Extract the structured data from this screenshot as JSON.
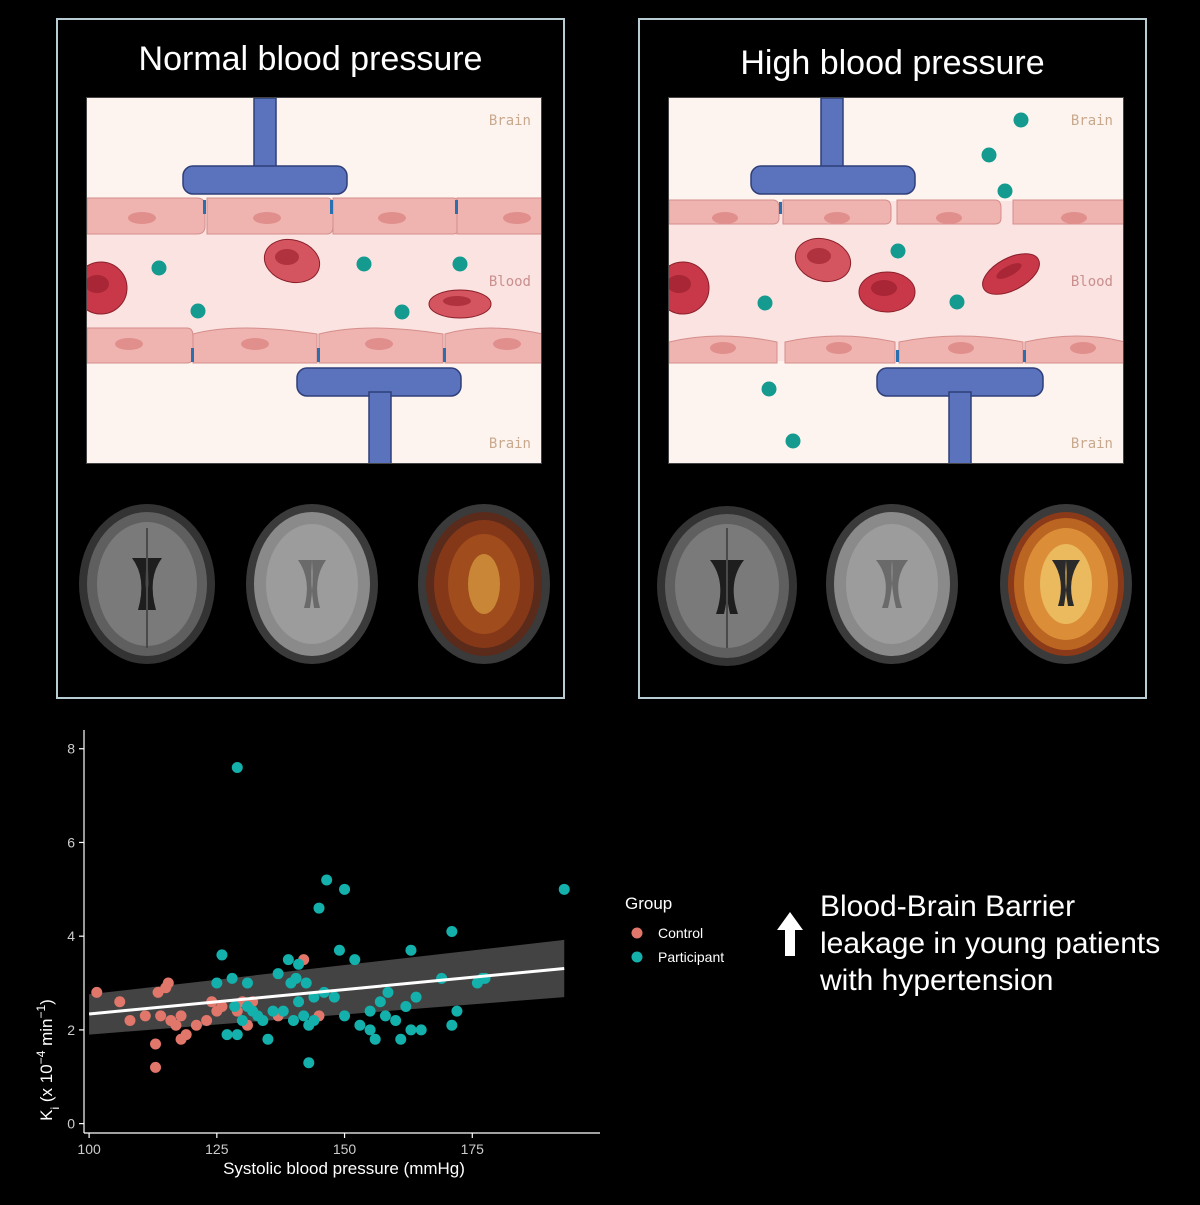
{
  "panels": {
    "normal": {
      "title": "Normal blood pressure",
      "brain_label_top": "Brain",
      "blood_label": "Blood",
      "brain_label_bottom": "Brain"
    },
    "high": {
      "title": "High blood pressure",
      "brain_label_top": "Brain",
      "blood_label": "Blood",
      "brain_label_bottom": "Brain"
    }
  },
  "colors": {
    "control": "#e1766b",
    "participant": "#14b1ac",
    "astrocyte": "#5b72bd",
    "endothelium": "#efb3b0",
    "rbc": "#d64a57",
    "brain_bg": "#fdf4ef",
    "blood_bg": "#fbe3e2",
    "tracer": "#149a8e"
  },
  "annotation": {
    "line1": "Blood-Brain Barrier",
    "line2": "leakage in young patients",
    "line3": "with hypertension",
    "arrow_icon": "up-arrow-icon"
  },
  "chart_data": {
    "type": "scatter",
    "title": "",
    "xlabel": "Systolic blood pressure (mmHg)",
    "ylabel": "Ki (x 10^-4 min^-1)",
    "xlim": [
      99,
      200
    ],
    "ylim": [
      -0.2,
      8.4
    ],
    "xticks": [
      100,
      125,
      150,
      175
    ],
    "yticks": [
      0,
      2,
      4,
      6,
      8
    ],
    "grid": false,
    "legend": {
      "title": "Group",
      "placement": "right",
      "entries": [
        "Control",
        "Participant"
      ]
    },
    "series": [
      {
        "name": "Control",
        "points": [
          [
            101.5,
            2.8
          ],
          [
            106,
            2.6
          ],
          [
            108,
            2.2
          ],
          [
            111,
            2.3
          ],
          [
            113,
            1.7
          ],
          [
            113,
            1.2
          ],
          [
            113.5,
            2.8
          ],
          [
            114,
            2.3
          ],
          [
            115,
            2.9
          ],
          [
            115.5,
            3.0
          ],
          [
            116,
            2.2
          ],
          [
            117,
            2.1
          ],
          [
            118,
            1.8
          ],
          [
            118,
            2.3
          ],
          [
            119,
            1.9
          ],
          [
            121,
            2.1
          ],
          [
            123,
            2.2
          ],
          [
            124,
            2.6
          ],
          [
            125,
            2.4
          ],
          [
            126,
            2.5
          ],
          [
            129,
            2.4
          ],
          [
            130,
            2.6
          ],
          [
            131,
            2.1
          ],
          [
            132,
            2.6
          ],
          [
            137,
            2.3
          ],
          [
            142,
            3.5
          ],
          [
            145,
            2.3
          ]
        ]
      },
      {
        "name": "Participant",
        "points": [
          [
            125,
            3.0
          ],
          [
            126,
            3.6
          ],
          [
            127,
            1.9
          ],
          [
            128,
            3.1
          ],
          [
            128.5,
            2.5
          ],
          [
            129,
            1.9
          ],
          [
            129,
            7.6
          ],
          [
            130,
            2.2
          ],
          [
            131,
            2.5
          ],
          [
            131,
            3.0
          ],
          [
            132,
            2.4
          ],
          [
            133,
            2.3
          ],
          [
            134,
            2.2
          ],
          [
            135,
            1.8
          ],
          [
            136,
            2.4
          ],
          [
            137,
            3.2
          ],
          [
            138,
            2.4
          ],
          [
            139,
            3.5
          ],
          [
            139.5,
            3.0
          ],
          [
            140,
            2.2
          ],
          [
            140.5,
            3.1
          ],
          [
            141,
            2.6
          ],
          [
            141,
            3.4
          ],
          [
            142,
            2.3
          ],
          [
            142.5,
            3.0
          ],
          [
            143,
            1.3
          ],
          [
            143,
            2.1
          ],
          [
            144,
            2.7
          ],
          [
            144,
            2.2
          ],
          [
            145,
            4.6
          ],
          [
            146,
            2.8
          ],
          [
            146.5,
            5.2
          ],
          [
            148,
            2.7
          ],
          [
            149,
            3.7
          ],
          [
            150,
            5.0
          ],
          [
            150,
            2.3
          ],
          [
            152,
            3.5
          ],
          [
            153,
            2.1
          ],
          [
            155,
            2.4
          ],
          [
            155,
            2.0
          ],
          [
            156,
            1.8
          ],
          [
            157,
            2.6
          ],
          [
            158,
            2.3
          ],
          [
            158.5,
            2.8
          ],
          [
            160,
            2.2
          ],
          [
            161,
            1.8
          ],
          [
            162,
            2.5
          ],
          [
            163,
            3.7
          ],
          [
            163,
            2.0
          ],
          [
            164,
            2.7
          ],
          [
            165,
            2.0
          ],
          [
            169,
            3.1
          ],
          [
            171,
            2.1
          ],
          [
            171,
            4.1
          ],
          [
            172,
            2.4
          ],
          [
            176,
            3.0
          ],
          [
            177,
            3.1
          ],
          [
            177.5,
            3.1
          ],
          [
            193,
            5.0
          ]
        ]
      }
    ],
    "trend": {
      "x": [
        100,
        193
      ],
      "y": [
        2.34,
        3.31
      ],
      "ci_low": [
        1.9,
        2.7
      ],
      "ci_high": [
        2.76,
        3.92
      ]
    }
  }
}
